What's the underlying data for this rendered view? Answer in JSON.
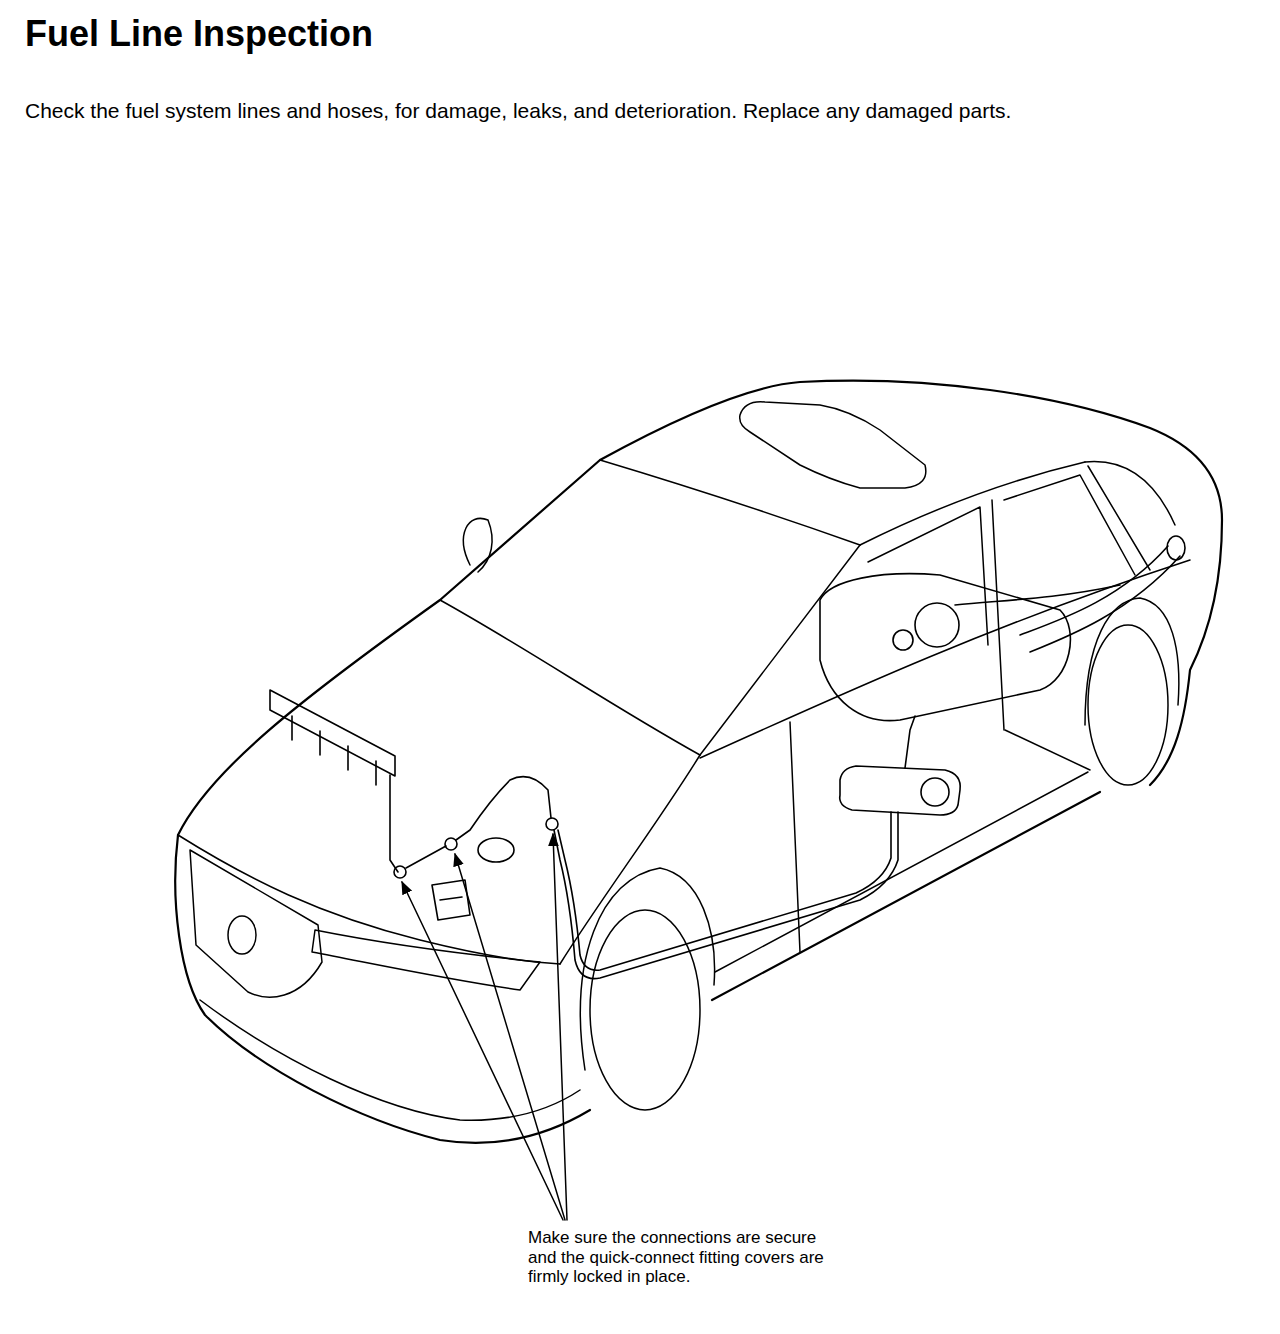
{
  "diagram": {
    "title": "Fuel Line Inspection",
    "labels": [
      "Check the fuel system lines and hoses, for damage, leaks, and deterioration. Replace any damaged parts.",
      "Make sure the connections are secure and the quick-connect fitting covers are firmly locked in place."
    ]
  }
}
